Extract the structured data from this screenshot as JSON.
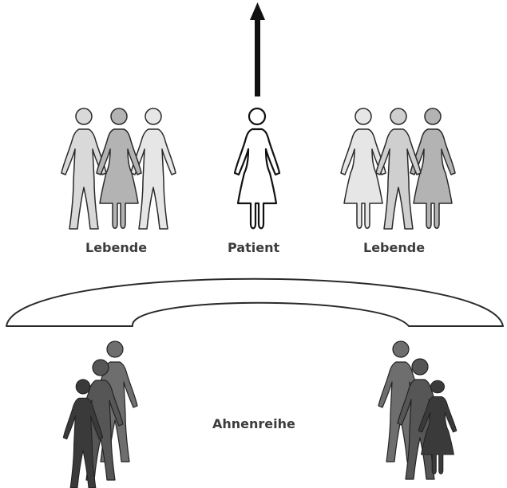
{
  "labels": {
    "living_left": "Lebende",
    "patient": "Patient",
    "living_right": "Lebende",
    "ancestors": "Ahnenreihe"
  },
  "colors": {
    "arrow": "#111111",
    "outline": "#2a2a2a",
    "patient_fill": "#ffffff",
    "light_gray": "#d9d9d9",
    "mid_gray": "#b3b3b3",
    "lightest_gray": "#e6e6e6",
    "ancestor_back": "#6e6e6e",
    "ancestor_mid": "#565656",
    "ancestor_front": "#3a3a3a",
    "bridge_fill": "#ffffff"
  },
  "figures": {
    "left_group": [
      "man",
      "woman",
      "man"
    ],
    "patient": "woman",
    "right_group": [
      "woman",
      "man",
      "woman"
    ],
    "ancestors_left": [
      "man",
      "man",
      "man"
    ],
    "ancestors_right": [
      "man",
      "man",
      "woman"
    ]
  }
}
